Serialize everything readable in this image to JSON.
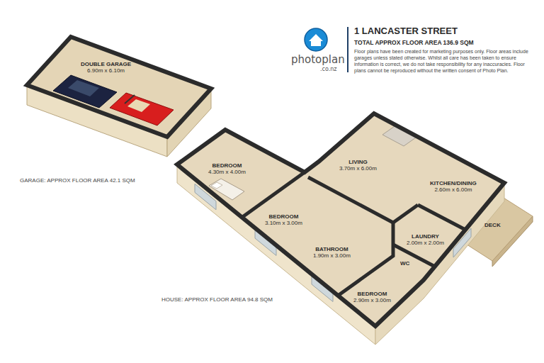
{
  "diagram": {
    "title": "1 LANCASTER STREET",
    "nodes": [
      {
        "text": [
          "DOUBLE GARAGE",
          "6.90m x 6.10m"
        ]
      },
      {
        "text": [
          "BEDROOM",
          "4.30m x 4.00m"
        ]
      },
      {
        "text": [
          "LIVING",
          "3.70m x 6.00m"
        ]
      },
      {
        "text": [
          "KITCHEN/DINING",
          "2.60m x 6.00m"
        ]
      },
      {
        "text": [
          "BEDROOM",
          "3.10m x 3.00m"
        ]
      },
      {
        "text": [
          "DECK"
        ]
      },
      {
        "text": [
          "LAUNDRY",
          "2.00m x 2.00m"
        ]
      },
      {
        "text": [
          "BATHROOM",
          "1.90m x 3.00m"
        ]
      },
      {
        "text": [
          "WC"
        ]
      },
      {
        "text": [
          "BEDROOM",
          "2.90m x 3.00m"
        ]
      }
    ],
    "labels": [
      "TOTAL APPROX FLOOR AREA 136.9 SQM",
      "Floor plans have been created for marketing purposes only. Floor areas include garages unless stated otherwise. Whilst all care has been taken to ensure information is correct, we do not take responsibility for any inaccuracies. Floor plans cannot be reproduced without the written consent of Photo Plan.",
      "photoplan",
      ".co.nz",
      "GARAGE: APPROX FLOOR AREA 42.1 SQM",
      "HOUSE: APPROX FLOOR AREA 94.8 SQM"
    ]
  }
}
